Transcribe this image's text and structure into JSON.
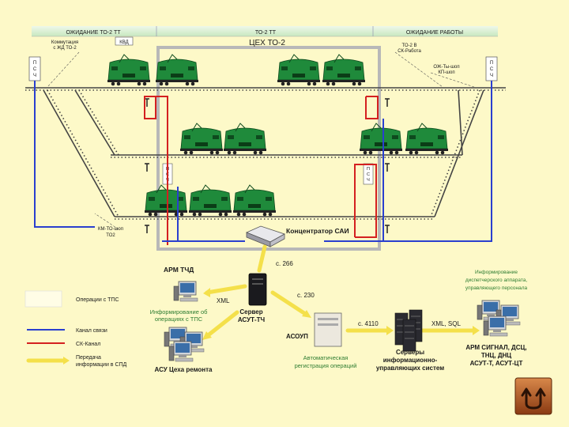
{
  "header": {
    "left": "ОЖИДАНИЕ ТО-2 ТТ",
    "middle": "ТО-2 ТТ",
    "right": "ОЖИДАНИЕ РАБОТЫ"
  },
  "shop_title": "ЦЕХ ТО-2",
  "kvd_label": "КВД",
  "psch_letters": [
    "П",
    "С",
    "Ч"
  ],
  "small_labels": {
    "top_left": [
      "Коммутация",
      "с ЖД ТО-2"
    ],
    "top_right": [
      "ТО-2 В",
      "СК-Работа"
    ],
    "right_mid": [
      "ОЖ-Ты-шоп",
      "КП-шоп"
    ],
    "bottom_left": [
      "КМ-ТО-шоп",
      "ТО2"
    ]
  },
  "concentrator": "Концентратор САИ",
  "arm_tchd": "АРМ ТЧД",
  "link_c266": "с. 266",
  "link_c230": "с. 230",
  "link_c4110": "с. 4110",
  "xml": "XML",
  "xml_sql": "XML, SQL",
  "info_tps": [
    "Информирование об",
    "операциях с ТПС"
  ],
  "server_asut": [
    "Сервер",
    "АСУТ-ТЧ"
  ],
  "asoup": "АСОУП",
  "auto_reg": [
    "Автоматическая",
    "регистрация операций"
  ],
  "servers_info": [
    "Серверы",
    "информационно-",
    "управляющих систем"
  ],
  "asu_repair": "АСУ Цеха ремонта",
  "info_top": [
    "Информирование",
    "диспетчерского аппарата,",
    "управляющего персонала"
  ],
  "arm_list": [
    "АРМ СИГНАЛ, ДСЦ,",
    "ТНЦ, ДНЦ",
    "АСУТ-Т, АСУТ-ЦТ"
  ],
  "legend": {
    "ops": "Операции с ТПС",
    "comm": "Канал связи",
    "signal": "СК-Канал",
    "transfer": [
      "Передача",
      "информации в СПД"
    ]
  },
  "colors": {
    "background": "#fdf9c8",
    "loco": "#1f8a3b",
    "blue": "#2a3fcf",
    "red": "#d42020",
    "yellow": "#f4e04a",
    "track": "#444444"
  }
}
